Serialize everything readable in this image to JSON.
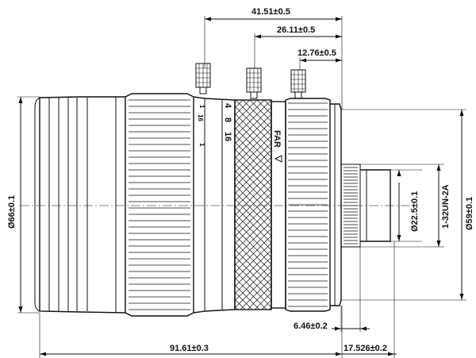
{
  "dimensions": {
    "d1": "41.51±0.5",
    "d2": "26.11±0.5",
    "d3": "12.76±0.5",
    "outer_dia": "Ø66±0.1",
    "rear_dia": "Ø59±0.1",
    "mount_dia": "Ø22.5±0.1",
    "thread": "1-32UN-2A",
    "flange": "6.46±0.2",
    "length": "91.61±0.3",
    "back_focus": "17.526±0.2"
  },
  "scale_marks": {
    "focal_top": "1",
    "focal_mid": "16",
    "focal_low": "1",
    "iris_a": "16",
    "iris_b": "8",
    "iris_c": "4",
    "focus_far": "FAR"
  },
  "colors": {
    "ink": "#111111",
    "background": "#ffffff"
  }
}
